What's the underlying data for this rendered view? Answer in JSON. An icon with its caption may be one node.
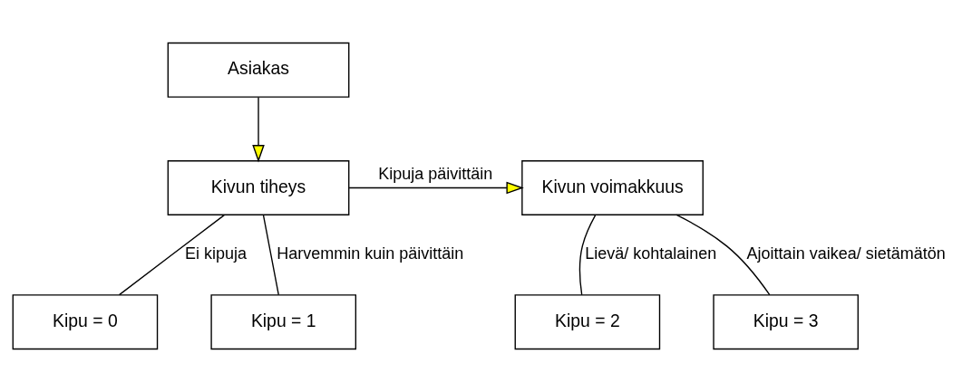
{
  "diagram": {
    "nodes": [
      {
        "text": [
          "Asiakas"
        ]
      },
      {
        "text": [
          "Kivun tiheys"
        ]
      },
      {
        "text": [
          "Kivun voimakkuus"
        ]
      },
      {
        "text": [
          "Kipu = 0"
        ]
      },
      {
        "text": [
          "Kipu = 1"
        ]
      },
      {
        "text": [
          "Kipu = 2"
        ]
      },
      {
        "text": [
          "Kipu = 3"
        ]
      }
    ],
    "edges": [
      {
        "from": 0,
        "to": 1,
        "arrow": "to"
      },
      {
        "from": 1,
        "to": 2,
        "arrow": "to",
        "label": "Kipuja päivittäin"
      },
      {
        "from": 1,
        "to": 3,
        "arrow": "none",
        "label": "Ei kipuja"
      },
      {
        "from": 1,
        "to": 4,
        "arrow": "none",
        "label": "Harvemmin kuin päivittäin"
      },
      {
        "from": 2,
        "to": 5,
        "arrow": "none",
        "label": "Lievä/ kohtalainen"
      },
      {
        "from": 2,
        "to": 6,
        "arrow": "none",
        "label": "Ajoittain vaikea/ sietämätön"
      }
    ]
  }
}
